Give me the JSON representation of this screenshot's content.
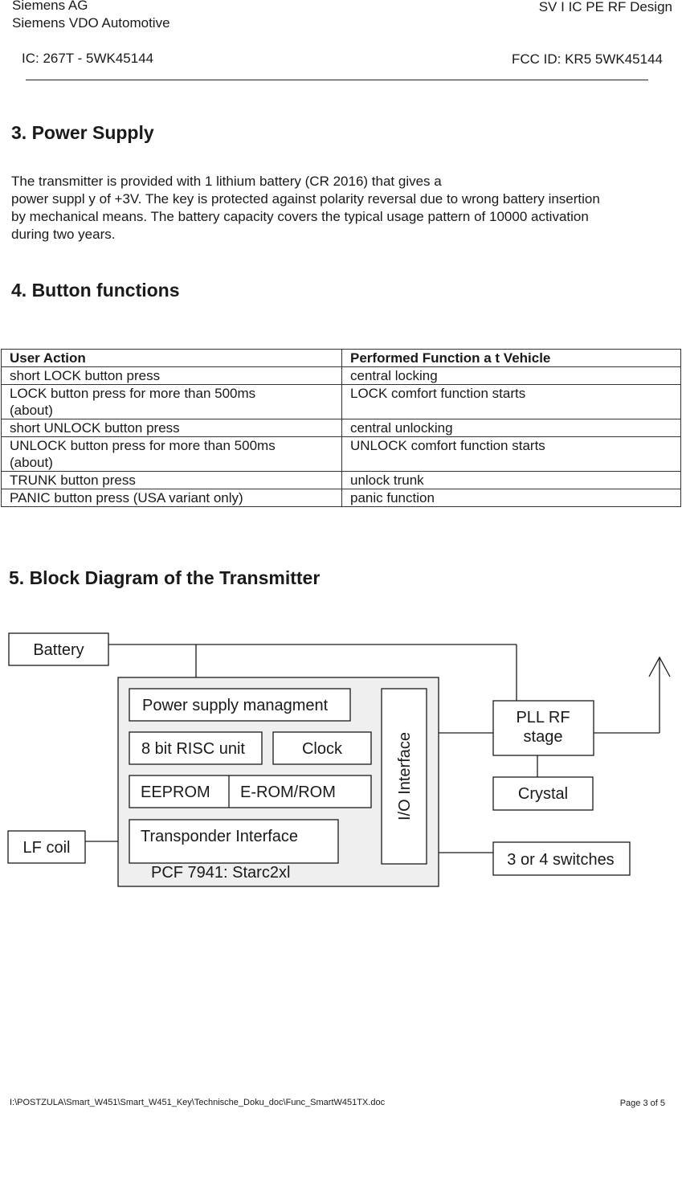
{
  "header": {
    "company": "Siemens AG",
    "division": "Siemens VDO Automotive",
    "department": "SV I IC  PE RF Design",
    "ic": "IC: 267T - 5WK45144",
    "fcc": "FCC ID: KR5 5WK45144"
  },
  "section3": {
    "title": "3. Power Supply",
    "lines": [
      "The transmitter is provided with 1 lithium battery (CR 2016) that gives a",
      "power suppl y of +3V. The key is protected against polarity reversal due to wrong battery insertion",
      "by mechanical means. The battery capacity covers the typical usage pattern of 10000 activation",
      "during two years."
    ]
  },
  "section4": {
    "title": "4. Button functions",
    "table": {
      "headers": [
        "User Action",
        "Performed Function a t Vehicle"
      ],
      "rows": [
        {
          "action_lines": [
            "short LOCK button press"
          ],
          "function": "central locking"
        },
        {
          "action_lines": [
            "LOCK button press for more than 500ms",
            "(about)"
          ],
          "function": "LOCK comfort function starts"
        },
        {
          "action_lines": [
            "short UNLOCK button press"
          ],
          "function": "central unlocking"
        },
        {
          "action_lines": [
            "UNLOCK button press for more than 500ms",
            "(about)"
          ],
          "function": "UNLOCK comfort function starts"
        },
        {
          "action_lines": [
            "TRUNK button press"
          ],
          "function": "unlock trunk"
        },
        {
          "action_lines": [
            "PANIC button press (USA variant only)"
          ],
          "function": "panic function"
        }
      ]
    }
  },
  "section5": {
    "title": "5. Block Diagram of the Transmitter",
    "blocks": {
      "battery": "Battery",
      "power_mgmt": "Power supply managment",
      "risc": "8 bit RISC unit",
      "clock": "Clock",
      "eeprom": "EEPROM",
      "erom": "E-ROM/ROM",
      "transponder": "Transponder Interface",
      "chip_name": "PCF 7941: Starc2xl",
      "io": "I/O Interface",
      "pll_line1": "PLL RF",
      "pll_line2": "stage",
      "crystal": "Crystal",
      "lf_coil": "LF coil",
      "switches": "3 or 4 switches"
    },
    "colors": {
      "chip_fill": "#efefef",
      "line": "#1a1a1a"
    }
  },
  "footer": {
    "path": "I:\\POSTZULA\\Smart_W451\\Smart_W451_Key\\Technische_Doku_doc\\Func_SmartW451TX.doc",
    "page": "Page 3 of 5"
  }
}
